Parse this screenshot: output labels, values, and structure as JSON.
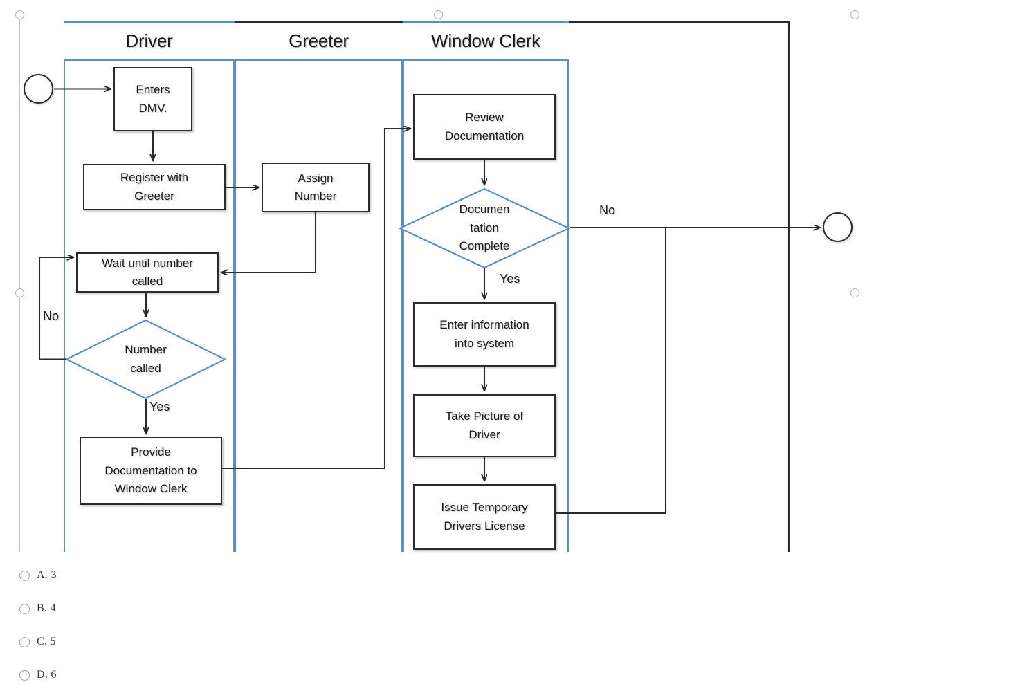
{
  "diagram": {
    "type": "cross-functional-swimlane-flowchart",
    "lane_border_color": "#5b8fc9",
    "node_border_color": "#2b2b2b",
    "lanes": [
      {
        "title": "Driver"
      },
      {
        "title": "Greeter"
      },
      {
        "title": "Window Clerk"
      }
    ],
    "nodes": {
      "start": {
        "shape": "circle",
        "label": ""
      },
      "enters_dmv": {
        "shape": "process",
        "label": "Enters\nDMV."
      },
      "register": {
        "shape": "process",
        "label": "Register with\nGreeter"
      },
      "wait": {
        "shape": "process",
        "label": "Wait until number\ncalled"
      },
      "number_called": {
        "shape": "decision",
        "line1": "Number",
        "line2": "called"
      },
      "provide_docs": {
        "shape": "process",
        "label": "Provide\nDocumentation to\nWindow Clerk"
      },
      "assign_number": {
        "shape": "process",
        "label": "Assign\nNumber"
      },
      "review_docs": {
        "shape": "process",
        "label": "Review\nDocumentation"
      },
      "docs_complete": {
        "shape": "decision",
        "line1": "Documen",
        "line2": "tation",
        "line3": "Complete"
      },
      "enter_info": {
        "shape": "process",
        "label": "Enter information\ninto system"
      },
      "take_picture": {
        "shape": "process",
        "label": "Take Picture of\nDriver"
      },
      "issue_license": {
        "shape": "process",
        "label": "Issue Temporary\nDrivers License"
      },
      "end": {
        "shape": "circle",
        "label": ""
      }
    },
    "edge_labels": {
      "number_called_no": "No",
      "number_called_yes": "Yes",
      "docs_complete_no": "No",
      "docs_complete_yes": "Yes"
    }
  },
  "answers": {
    "options": [
      {
        "label": "A. 3",
        "value": "3",
        "selected": false
      },
      {
        "label": "B. 4",
        "value": "4",
        "selected": false
      },
      {
        "label": "C. 5",
        "value": "5",
        "selected": false
      },
      {
        "label": "D. 6",
        "value": "6",
        "selected": false
      }
    ]
  }
}
